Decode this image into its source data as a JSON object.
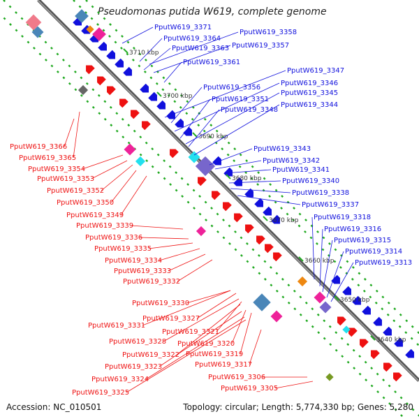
{
  "title": "Pseudomonas putida W619, complete genome",
  "footer": {
    "accession_label": "Accession:",
    "accession_value": "NC_010501",
    "topology_label": "Topology:",
    "topology_value": "circular;",
    "length_label": "Length:",
    "length_value": "5,774,330 bp;",
    "genes_label": "Genes:",
    "genes_value": "5,280"
  },
  "ticks": [
    "3710 kbp",
    "3700 kbp",
    "3690 kbp",
    "3680 kbp",
    "3670 kbp",
    "3660 kbp",
    "3650 kbp",
    "3640 kbp"
  ],
  "forward_gene_labels": [
    "PputW619_3371",
    "PputW619_3364",
    "PputW619_3363",
    "PputW619_3358",
    "PputW619_3357",
    "PputW619_3361",
    "PputW619_3347",
    "PputW619_3356",
    "PputW619_3346",
    "PputW619_3351",
    "PputW619_3345",
    "PputW619_3348",
    "PputW619_3344",
    "PputW619_3343",
    "PputW619_3342",
    "PputW619_3341",
    "PputW619_3340",
    "PputW619_3338",
    "PputW619_3337",
    "PputW619_3318",
    "PputW619_3316",
    "PputW619_3315",
    "PputW619_3314",
    "PputW619_3313"
  ],
  "reverse_gene_labels": [
    "PputW619_3366",
    "PputW619_3365",
    "PputW619_3354",
    "PputW619_3353",
    "PputW619_3352",
    "PputW619_3350",
    "PputW619_3349",
    "PputW619_3339",
    "PputW619_3336",
    "PputW619_3335",
    "PputW619_3334",
    "PputW619_3333",
    "PputW619_3332",
    "PputW619_3330",
    "PputW619_3327",
    "PputW619_3331",
    "PputW619_3321",
    "PputW619_3328",
    "PputW619_3320",
    "PputW619_3322",
    "PputW619_3319",
    "PputW619_3317",
    "PputW619_3323",
    "PputW619_3306",
    "PputW619_3324",
    "PputW619_3305",
    "PputW619_3325"
  ],
  "colors": {
    "forward": "#1010dd",
    "reverse": "#ee1111",
    "backbone": "#7f7f7f",
    "dots": "#22aa22",
    "cyan": "#22e0ee",
    "magenta": "#ee2299",
    "orange": "#ee8811",
    "olive": "#779922",
    "steel": "#4a86b8",
    "pink": "#f07a8a",
    "purple": "#7766cc"
  }
}
